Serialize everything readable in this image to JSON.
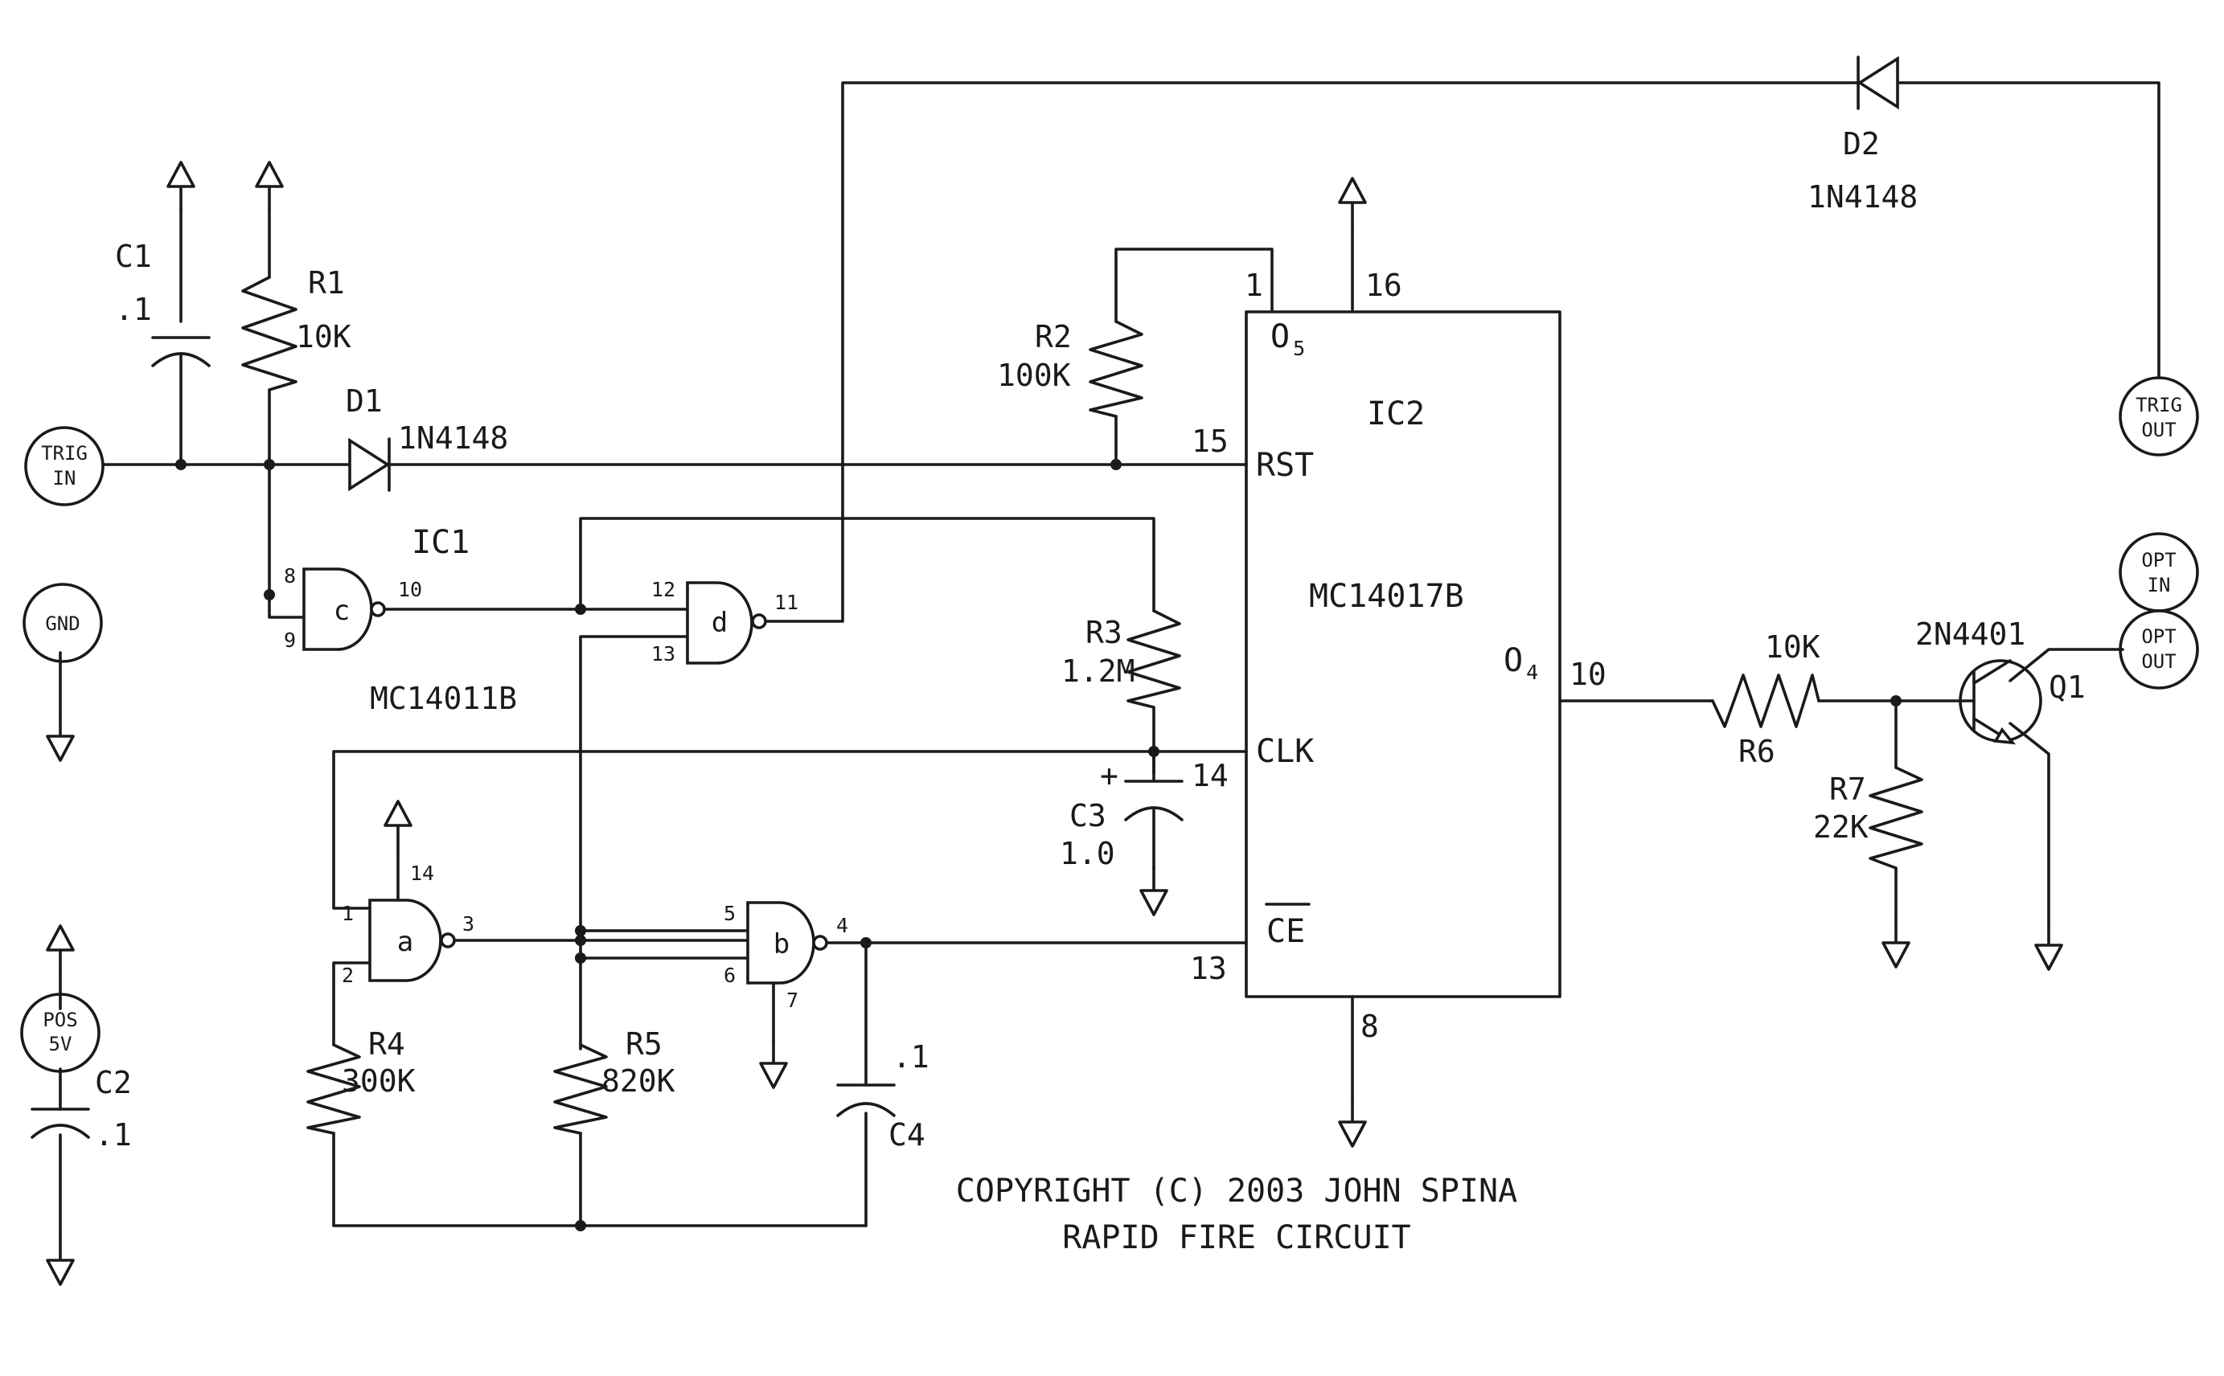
{
  "connectors": {
    "trig_in": [
      "TRIG",
      "IN"
    ],
    "gnd": "GND",
    "pos5v": [
      "POS",
      "5V"
    ],
    "trig_out": [
      "TRIG",
      "OUT"
    ],
    "opt_in": [
      "OPT",
      "IN"
    ],
    "opt_out": [
      "OPT",
      "OUT"
    ]
  },
  "components": {
    "c1": {
      "ref": "C1",
      "value": ".1"
    },
    "c2": {
      "ref": "C2",
      "value": ".1"
    },
    "c3": {
      "ref": "C3",
      "value": "1.0",
      "polarity": "+"
    },
    "c4": {
      "ref": "C4",
      "value": ".1"
    },
    "r1": {
      "ref": "R1",
      "value": "10K"
    },
    "r2": {
      "ref": "R2",
      "value": "100K"
    },
    "r3": {
      "ref": "R3",
      "value": "1.2M"
    },
    "r4": {
      "ref": "R4",
      "value": "300K"
    },
    "r5": {
      "ref": "R5",
      "value": "820K"
    },
    "r6": {
      "ref": "R6",
      "value": "10K"
    },
    "r7": {
      "ref": "R7",
      "value": "22K"
    },
    "d1": {
      "ref": "D1",
      "value": "1N4148"
    },
    "d2": {
      "ref": "D2",
      "value": "1N4148"
    },
    "q1": {
      "ref": "Q1",
      "value": "2N4401"
    }
  },
  "ic1": {
    "ref": "IC1",
    "part": "MC14011B",
    "gates": {
      "a": {
        "label": "a",
        "in1": "1",
        "in2": "2",
        "out": "3",
        "vdd": "14"
      },
      "b": {
        "label": "b",
        "in1": "5",
        "in2": "6",
        "out": "4",
        "vss": "7"
      },
      "c": {
        "label": "c",
        "in1": "8",
        "in2": "9",
        "out": "10"
      },
      "d": {
        "label": "d",
        "in1": "12",
        "in2": "13",
        "out": "11"
      }
    }
  },
  "ic2": {
    "ref": "IC2",
    "part": "MC14017B",
    "pins": {
      "o5": {
        "name": "O",
        "sub": "5",
        "num": "1"
      },
      "vdd": {
        "num": "16"
      },
      "rst": {
        "name": "RST",
        "num": "15"
      },
      "clk": {
        "name": "CLK",
        "num": "14"
      },
      "ce": {
        "name": "CE",
        "num": "13"
      },
      "vss": {
        "num": "8"
      },
      "o4": {
        "name": "O",
        "sub": "4",
        "num": "10"
      }
    }
  },
  "footer": {
    "copyright": "COPYRIGHT (C) 2003 JOHN SPINA",
    "title": "RAPID FIRE CIRCUIT"
  }
}
